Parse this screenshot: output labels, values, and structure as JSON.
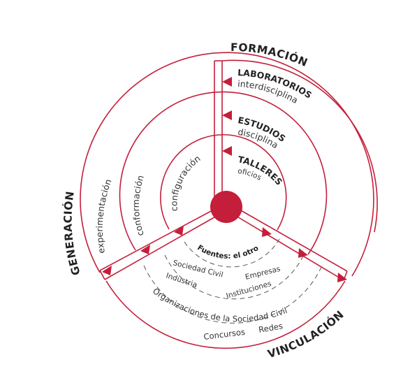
{
  "colors": {
    "accent": "#c41e3a",
    "text": "#222222",
    "dashed": "#555555",
    "center_fill": "#c41e3a"
  },
  "sections": {
    "formacion": "FORMACIÓN",
    "generacion": "GENERACIÓN",
    "vinculacion": "VINCULACIÓN"
  },
  "formacion_items": {
    "laboratorios": "LABORATORIOS",
    "interdisciplina": "interdisciplina",
    "estudios": "ESTUDIOS",
    "disciplina": "disciplina",
    "talleres": "TALLERES",
    "oficios": "oficios"
  },
  "generacion_items": {
    "experimentacion": "experimentación",
    "conformacion": "conformación",
    "configuracion": "configuración"
  },
  "vinculacion_items": {
    "fuentes": "Fuentes: el otro",
    "sociedad_civil": "Sociedad Civil",
    "empresas": "Empresas",
    "industria": "Industria",
    "instituciones": "Instituciones",
    "organizaciones": "Organizaciones de la Sociedad Civil",
    "concursos": "Concursos",
    "redes": "Redes"
  }
}
